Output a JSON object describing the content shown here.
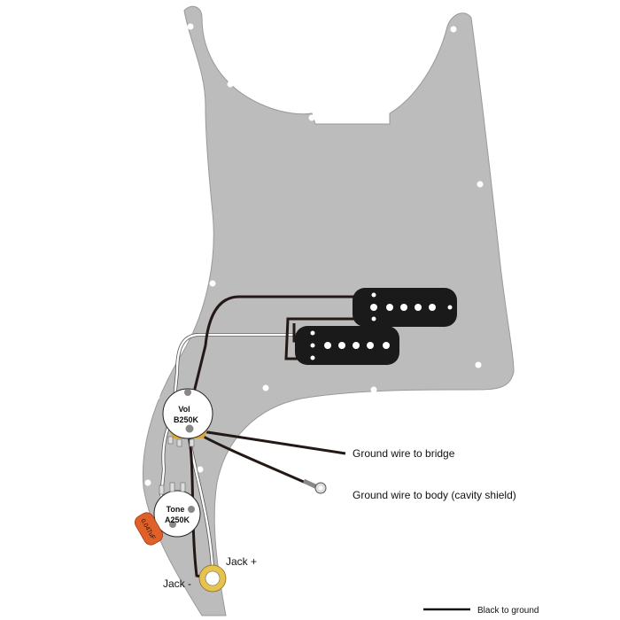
{
  "pots": {
    "volume": {
      "name": "Vol",
      "value": "B250K"
    },
    "tone": {
      "name": "Tone",
      "value": "A250K"
    }
  },
  "capacitor": {
    "value": "0.047uF",
    "color": "#e0602a"
  },
  "jack": {
    "minus": "Jack -",
    "plus": "Jack +"
  },
  "annotations": {
    "bridge_ground": "Ground wire to bridge",
    "body_ground": "Ground wire to body (cavity shield)"
  },
  "legend": {
    "black_wire": "Black to ground"
  },
  "colors": {
    "pickguard": "#bcbcbc",
    "pickup": "#1a1a1a",
    "black_wire": "#231815",
    "white_wire": "#ffffff",
    "pot_lug": "#d8a640"
  }
}
